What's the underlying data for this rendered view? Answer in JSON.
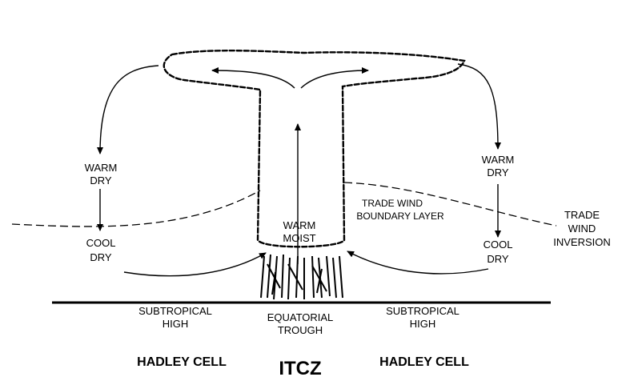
{
  "labels": {
    "left_upper": [
      "WARM",
      "DRY"
    ],
    "left_lower": [
      "COOL",
      "DRY"
    ],
    "center": [
      "WARM",
      "MOIST"
    ],
    "boundary": [
      "TRADE WIND",
      "BOUNDARY LAYER"
    ],
    "right_upper": [
      "WARM",
      "DRY"
    ],
    "right_lower": [
      "COOL",
      "DRY"
    ],
    "inversion": [
      "TRADE",
      "WIND",
      "INVERSION"
    ],
    "surface_left": [
      "SUBTROPICAL",
      "HIGH"
    ],
    "surface_center": [
      "EQUATORIAL",
      "TROUGH"
    ],
    "surface_right": [
      "SUBTROPICAL",
      "HIGH"
    ],
    "cell_left": "HADLEY CELL",
    "itcz": "ITCZ",
    "cell_right": "HADLEY CELL"
  }
}
